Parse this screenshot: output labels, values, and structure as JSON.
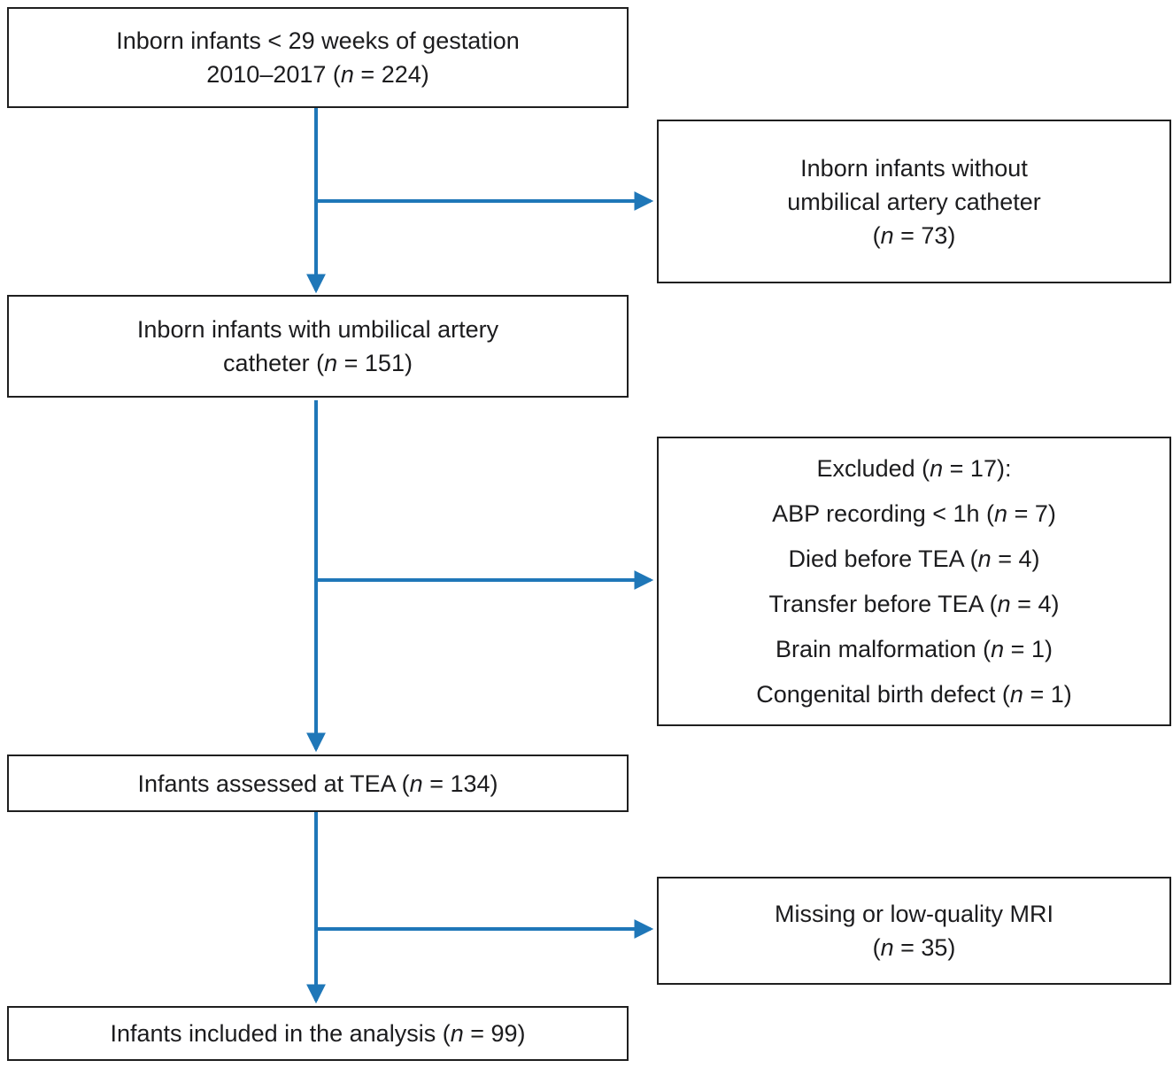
{
  "figure": {
    "type": "flowchart",
    "description": "Study inclusion and exclusion flow diagram"
  },
  "colors": {
    "arrow": "#1f77b8",
    "box_border": "#1f1f1f",
    "text": "#1c1c1e"
  },
  "boxes": {
    "eligible": {
      "lines": [
        "Inborn infants < 29 weeks of gestation",
        "2010–2017 (n = 224)"
      ]
    },
    "without_uac": {
      "lines": [
        "Inborn infants without",
        "umbilical artery catheter",
        "(n = 73)"
      ]
    },
    "with_uac": {
      "lines": [
        "Inborn infants with umbilical artery",
        "catheter (n = 151)"
      ]
    },
    "excluded": {
      "lines": [
        "Excluded (n = 17):",
        "ABP recording < 1h (n = 7)",
        "Died before TEA (n = 4)",
        "Transfer before TEA (n = 4)",
        "Brain malformation (n = 1)",
        "Congenital birth defect (n = 1)"
      ]
    },
    "assessed_tea": {
      "lines": [
        "Infants assessed at TEA (n = 134)"
      ]
    },
    "missing_mri": {
      "lines": [
        "Missing or low-quality MRI",
        "(n = 35)"
      ]
    },
    "included": {
      "lines": [
        "Infants included in the analysis (n = 99)"
      ]
    }
  }
}
